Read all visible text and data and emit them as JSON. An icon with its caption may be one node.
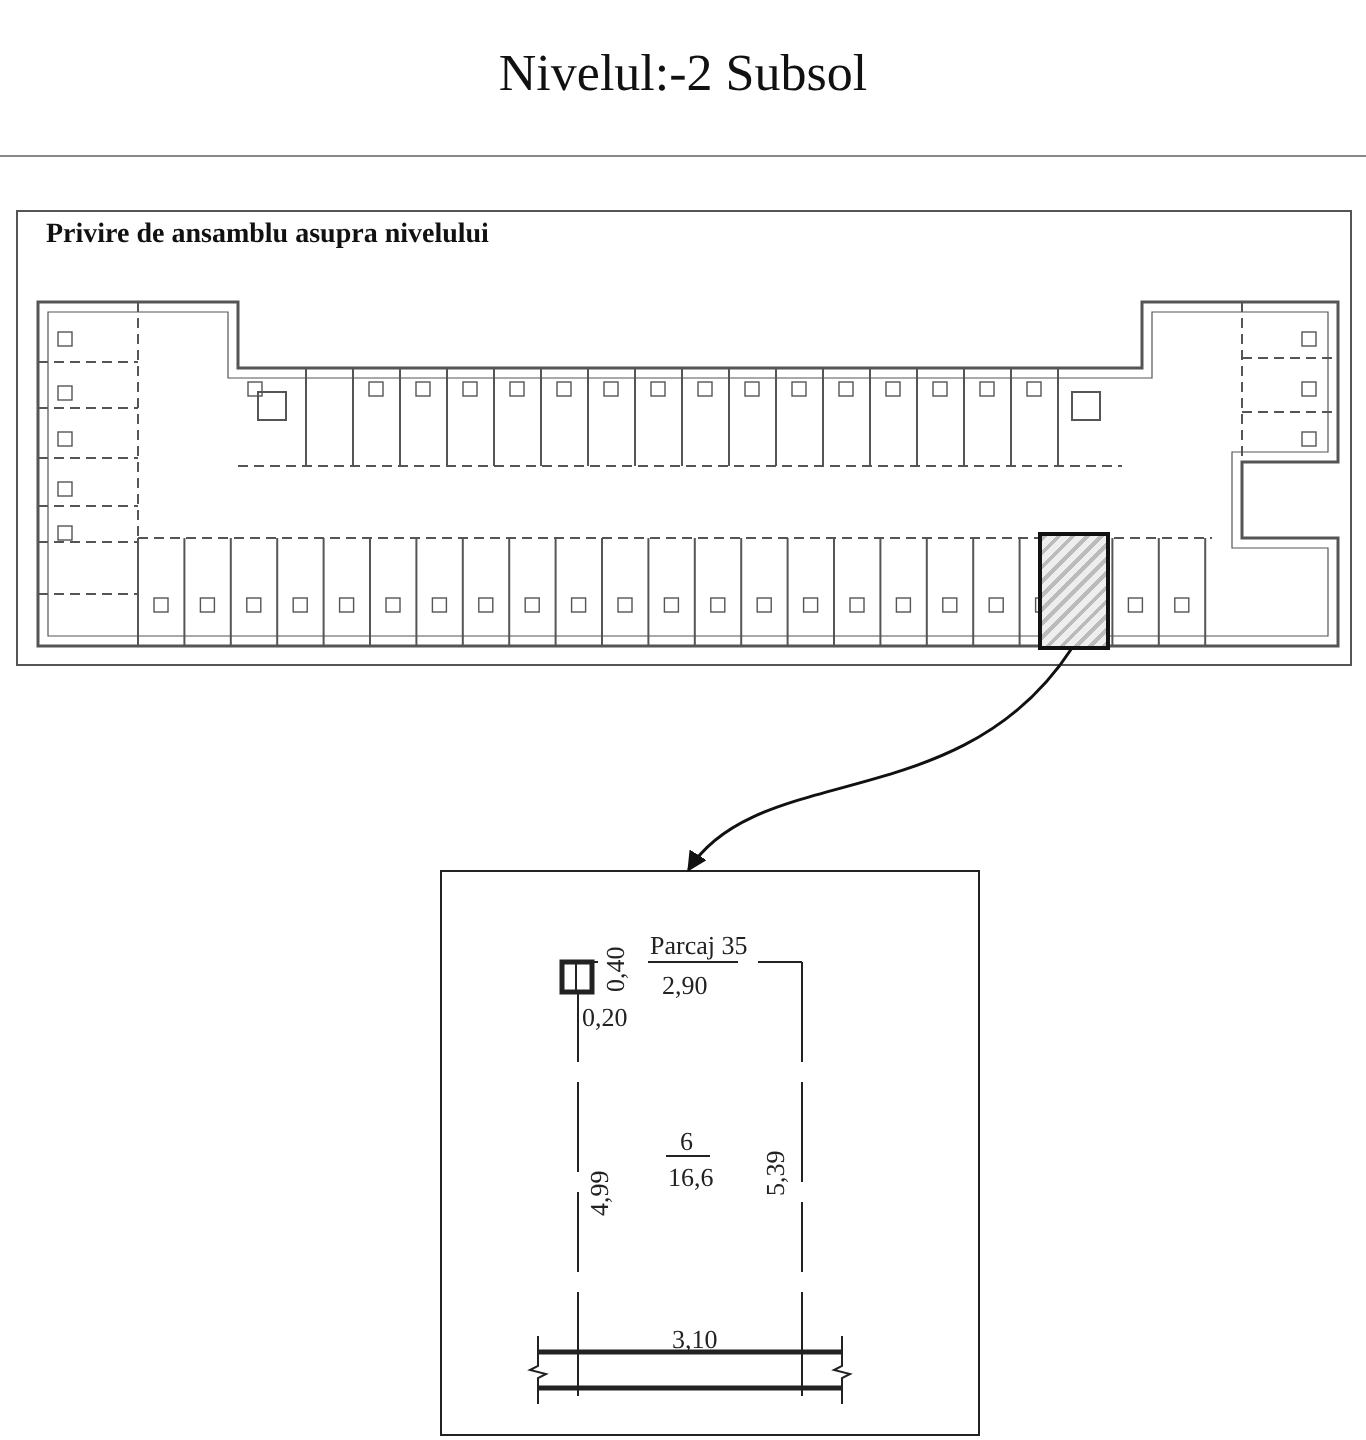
{
  "diagram": {
    "title": "Nivelul:-2 Subsol",
    "nodes": [
      {
        "text": [
          "Privire de ansamblu asupra nivelului"
        ]
      },
      {
        "text": [],
        "shape": "box",
        "in": 0
      },
      {
        "text": [],
        "shape": "box"
      }
    ],
    "edges": [
      {
        "from": 1,
        "to": 2,
        "arrow": "to"
      }
    ],
    "labels": [
      "Parcaj 35",
      "2,90",
      "0,40",
      "0,20",
      "4,99",
      "5,39",
      "6",
      "16,6",
      "3,10"
    ]
  }
}
